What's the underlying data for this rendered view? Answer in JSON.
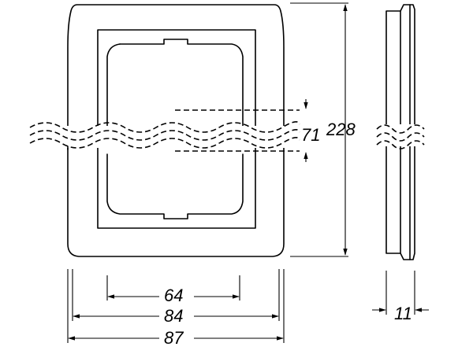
{
  "dimensions": {
    "inner_width": "64",
    "width_mid": "84",
    "width_total": "87",
    "opening_height": "71",
    "height_total": "228",
    "depth": "11"
  },
  "colors": {
    "line": "#000000",
    "background": "#ffffff"
  }
}
